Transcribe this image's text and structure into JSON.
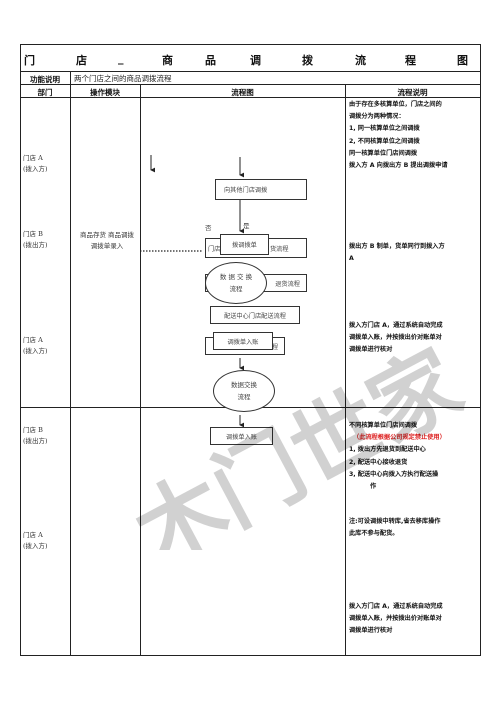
{
  "title_chars": [
    "门",
    "店",
    "_",
    "商",
    "品",
    "调",
    "拨",
    "流",
    "程",
    "图"
  ],
  "function_row": {
    "label": "功能说明",
    "value": "两个门店之间的商品调拨流程"
  },
  "headers": {
    "dept": "部门",
    "module": "操作模块",
    "flow": "流程图",
    "desc": "流程说明"
  },
  "depts": {
    "d1a": "门店 A",
    "d1b": "(拨入方)",
    "d2a": "门店 B",
    "d2b": "(拨出方)",
    "d3a": "门店 A",
    "d3b": "(拨入方)",
    "d4a": "门店 B",
    "d4b": "(拨出方)",
    "d5a": "门店 A",
    "d5b": "(拨入方)"
  },
  "module": {
    "line1": "商品存货 商品调拨",
    "line2": "调拨单录入"
  },
  "flow": {
    "box1": "向其他门店调拨",
    "no": "否",
    "yes": "是",
    "box2_bg": "门店",
    "box2_bg_tail": "货流程",
    "box2": "拨调拨单",
    "box3_tail": "退货流程",
    "ellipse1_l1": "数 据 交 换",
    "ellipse1_l2": "流程",
    "box4": "配送中心门店配送流程",
    "box5": "调拨单入账",
    "box5_tail": "程",
    "ellipse2_l1": "数据交换",
    "ellipse2_l2": "流程",
    "box6": "调拨单入账"
  },
  "desc1": [
    "由于存在多核算单位，门店之间的",
    "调拨分为两种情况：",
    "1,   同一核算单位之间调拨",
    "2,   不同核算单位之间调拨",
    "同一核算单位门店间调拨",
    "拨入方 A 向拨出方 B 提出调拨申请"
  ],
  "desc2": [
    "拨出方 B 制单，货单同行到拨入方",
    "A"
  ],
  "desc3": [
    "拨入方门店  A，通过系统自动完成",
    "调拨单入账，并按拨出价对账单对",
    "调拨单进行核对"
  ],
  "desc4": {
    "title": "不同核算单位门店间调拨",
    "note": "（此流程根据公司规定禁止使用）",
    "items": [
      "1,   拨出方先退货到配送中心",
      "2,   配送中心接收退货",
      "3,   配送中心向拨入方执行配送操",
      "作"
    ]
  },
  "desc5": [
    "注:可设调拨中转库,省去移库操作",
    "此库不参与配货。"
  ],
  "desc6": [
    "拨入方门店  A，通过系统自动完成",
    "调拨单入账，并按拨出价对账单对",
    "调拨单进行核对"
  ],
  "watermark": "木门世家",
  "colors": {
    "note_red": "#dd2222",
    "line": "#222222"
  }
}
